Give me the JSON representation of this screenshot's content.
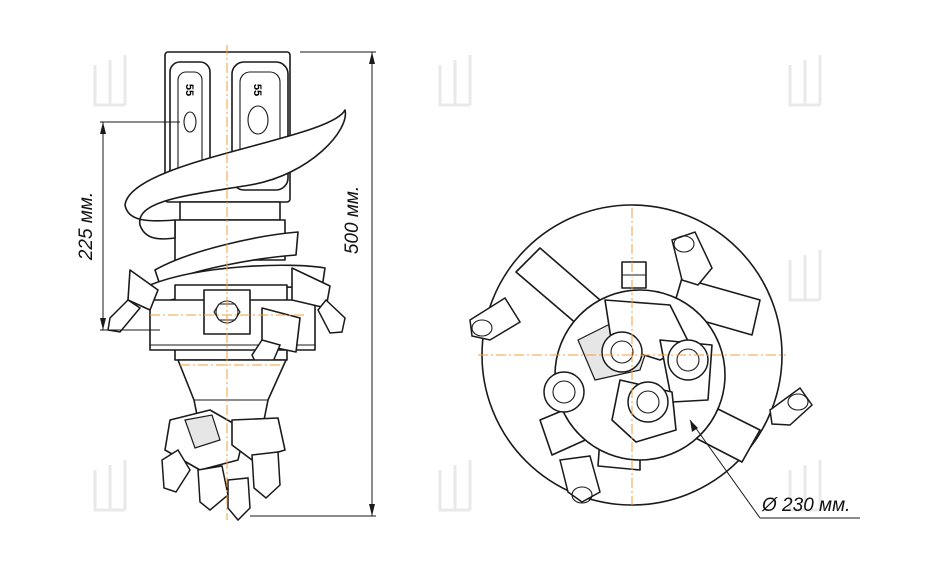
{
  "diagram": {
    "side_view": {
      "label_height_flight": "225 мм.",
      "label_height_total": "500 мм.",
      "tooth_marks": [
        "55",
        "55"
      ]
    },
    "end_view": {
      "label_diameter": "Ø 230 мм."
    }
  }
}
